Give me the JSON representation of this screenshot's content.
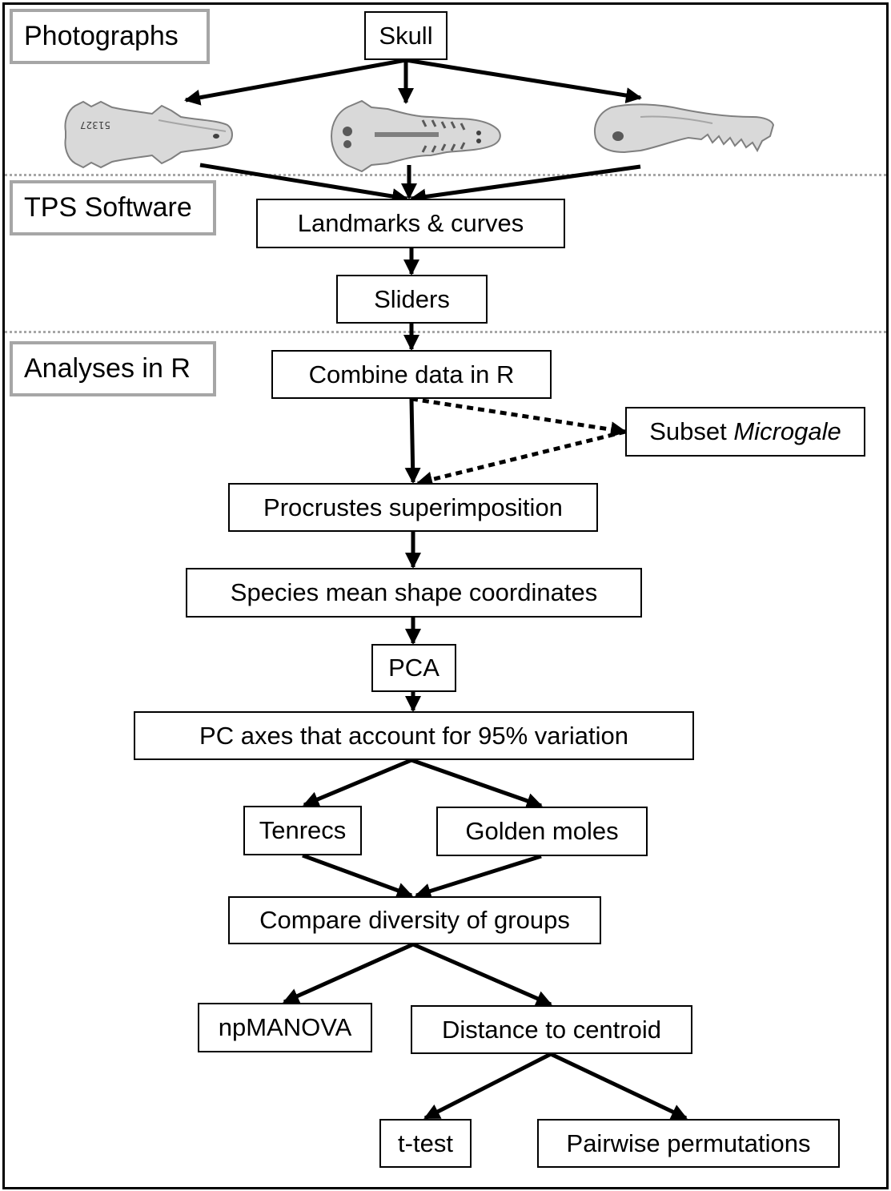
{
  "sections": {
    "photographs": "Photographs",
    "tps_software": "TPS Software",
    "analyses_in_r": "Analyses in R"
  },
  "nodes": {
    "skull": "Skull",
    "landmarks": "Landmarks & curves",
    "sliders": "Sliders",
    "combine": "Combine data in R",
    "subset_prefix": "Subset ",
    "subset_genus": "Microgale",
    "procrustes": "Procrustes superimposition",
    "species_mean": "Species mean shape coordinates",
    "pca": "PCA",
    "pc_axes": "PC axes that account for 95% variation",
    "tenrecs": "Tenrecs",
    "golden_moles": "Golden moles",
    "compare": "Compare diversity of groups",
    "npmanova": "npMANOVA",
    "distance": "Distance to centroid",
    "ttest": "t-test",
    "pairwise": "Pairwise permutations"
  },
  "specimen_label": "51327",
  "images": [
    "dorsal-view-skull",
    "ventral-view-skull",
    "lateral-view-skull"
  ],
  "colors": {
    "lines": "#000000",
    "section_border": "#a6a6a6",
    "divider": "#a6a6a6",
    "bone": "#d9d9d9"
  }
}
